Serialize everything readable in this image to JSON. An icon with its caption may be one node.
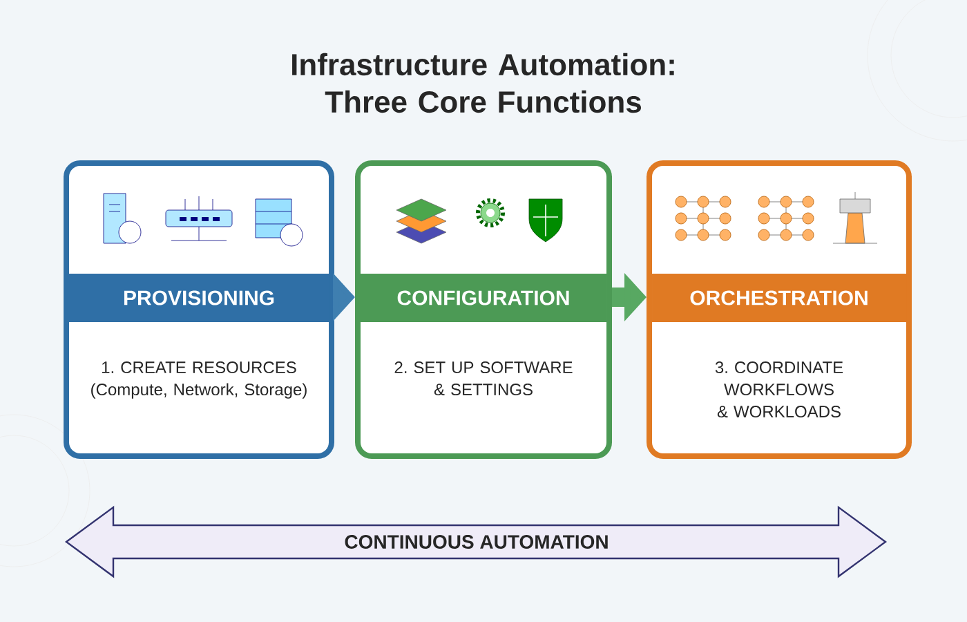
{
  "diagram": {
    "title": "Infrastructure Automation: Three Core Functions",
    "nodes": [
      {
        "text": [
          "PROVISIONING",
          "1. CREATE RESOURCES (Compute, Network, Storage)"
        ]
      },
      {
        "text": [
          "CONFIGURATION",
          "2. SET UP SOFTWARE & SETTINGS"
        ]
      },
      {
        "text": [
          "ORCHESTRATION",
          "3. COORDINATE WORKFLOWS & WORKLOADS"
        ]
      }
    ],
    "edges": [
      {
        "from": 0,
        "to": 1,
        "arrow": "to",
        "color": "#3f7fb0"
      },
      {
        "from": 1,
        "to": 2,
        "arrow": "to",
        "color": "#58a862"
      }
    ],
    "labels": [
      "CONTINUOUS AUTOMATION"
    ]
  }
}
